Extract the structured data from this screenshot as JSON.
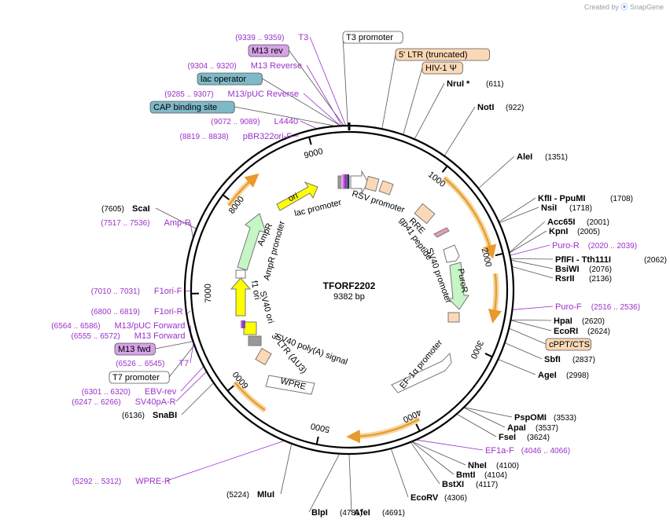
{
  "credit": {
    "created_by": "Created by",
    "brand": "SnapGene"
  },
  "plasmid": {
    "name": "TFORF2202",
    "length_label": "9382 bp",
    "length": 9382
  },
  "ticks": [
    {
      "label": "1000",
      "bp": 1000
    },
    {
      "label": "2000",
      "bp": 2000
    },
    {
      "label": "3000",
      "bp": 3000
    },
    {
      "label": "4000",
      "bp": 4000
    },
    {
      "label": "5000",
      "bp": 5000
    },
    {
      "label": "6000",
      "bp": 6000
    },
    {
      "label": "7000",
      "bp": 7000
    },
    {
      "label": "8000",
      "bp": 8000
    },
    {
      "label": "9000",
      "bp": 9000
    }
  ],
  "left_labels": [
    {
      "range": "(9339 .. 9359)",
      "name": "T3",
      "type": "primer",
      "bp": 9349
    },
    {
      "name": "M13 rev",
      "type": "box-purple",
      "bp": 9330
    },
    {
      "range": "(9304 .. 9320)",
      "name": "M13 Reverse",
      "type": "primer",
      "bp": 9312
    },
    {
      "name": "lac operator",
      "type": "box-teal",
      "bp": 9296
    },
    {
      "range": "(9285 .. 9307)",
      "name": "M13/pUC Reverse",
      "type": "primer",
      "bp": 9296
    },
    {
      "name": "CAP binding site",
      "type": "box-teal",
      "bp": 9240
    },
    {
      "range": "(9072 .. 9089)",
      "name": "L4440",
      "type": "primer",
      "bp": 9080
    },
    {
      "range": "(8819 .. 8838)",
      "name": "pBR322ori-F",
      "type": "primer",
      "bp": 8828
    },
    {
      "pos": "(7605)",
      "name": "ScaI",
      "type": "enzyme",
      "bp": 7605
    },
    {
      "range": "(7517 .. 7536)",
      "name": "Amp-R",
      "type": "primer",
      "bp": 7526
    },
    {
      "range": "(7010 .. 7031)",
      "name": "F1ori-F",
      "type": "primer",
      "bp": 7020
    },
    {
      "range": "(6800 .. 6819)",
      "name": "F1ori-R",
      "type": "primer",
      "bp": 6810
    },
    {
      "range": "(6564 .. 6586)",
      "name": "M13/pUC Forward",
      "type": "primer",
      "bp": 6575
    },
    {
      "range": "(6555 .. 6572)",
      "name": "M13 Forward",
      "type": "primer",
      "bp": 6563
    },
    {
      "name": "M13 fwd",
      "type": "box-purple",
      "bp": 6560
    },
    {
      "range": "(6526 .. 6545)",
      "name": "T7",
      "type": "primer",
      "bp": 6535
    },
    {
      "name": "T7 promoter",
      "type": "box-white",
      "bp": 6520
    },
    {
      "range": "(6301 .. 6320)",
      "name": "EBV-rev",
      "type": "primer",
      "bp": 6310
    },
    {
      "range": "(6247 .. 6266)",
      "name": "SV40pA-R",
      "type": "primer",
      "bp": 6256
    },
    {
      "pos": "(6136)",
      "name": "SnaBI",
      "type": "enzyme",
      "bp": 6136
    },
    {
      "range": "(5292 .. 5312)",
      "name": "WPRE-R",
      "type": "primer",
      "bp": 5302
    },
    {
      "pos": "(5224)",
      "name": "MluI",
      "type": "enzyme",
      "bp": 5224
    }
  ],
  "right_labels": [
    {
      "name": "T3 promoter",
      "type": "box-white",
      "bp": 9370
    },
    {
      "name": "5' LTR (truncated)",
      "type": "box-peach",
      "bp": 300
    },
    {
      "name": "HIV-1 Ψ",
      "type": "box-peach",
      "bp": 500
    },
    {
      "name": "NruI *",
      "pos": "(611)",
      "type": "enzyme",
      "bp": 611
    },
    {
      "name": "NotI",
      "pos": "(922)",
      "type": "enzyme",
      "bp": 922
    },
    {
      "name": "AleI",
      "pos": "(1351)",
      "type": "enzyme",
      "bp": 1351
    },
    {
      "name": "KflI - PpuMI",
      "pos": "(1708)",
      "type": "enzyme",
      "bp": 1708
    },
    {
      "name": "NsiI",
      "pos": "(1718)",
      "type": "enzyme",
      "bp": 1718
    },
    {
      "name": "Acc65I",
      "pos": "(2001)",
      "type": "enzyme",
      "bp": 2001
    },
    {
      "name": "KpnI",
      "pos": "(2005)",
      "type": "enzyme",
      "bp": 2005
    },
    {
      "name": "Puro-R",
      "range": "(2020 .. 2039)",
      "type": "primer",
      "bp": 2030
    },
    {
      "name": "PflFI - Tth111I",
      "pos": "(2062)",
      "type": "enzyme",
      "bp": 2062
    },
    {
      "name": "BsiWI",
      "pos": "(2076)",
      "type": "enzyme",
      "bp": 2076
    },
    {
      "name": "RsrII",
      "pos": "(2136)",
      "type": "enzyme",
      "bp": 2136
    },
    {
      "name": "Puro-F",
      "range": "(2516 .. 2536)",
      "type": "primer",
      "bp": 2526
    },
    {
      "name": "HpaI",
      "pos": "(2620)",
      "type": "enzyme",
      "bp": 2620
    },
    {
      "name": "EcoRI",
      "pos": "(2624)",
      "type": "enzyme",
      "bp": 2624
    },
    {
      "name": "cPPT/CTS",
      "type": "box-peach",
      "bp": 2700
    },
    {
      "name": "SbfI",
      "pos": "(2837)",
      "type": "enzyme",
      "bp": 2837
    },
    {
      "name": "AgeI",
      "pos": "(2998)",
      "type": "enzyme",
      "bp": 2998
    },
    {
      "name": "PspOMI",
      "pos": "(3533)",
      "type": "enzyme",
      "bp": 3533
    },
    {
      "name": "ApaI",
      "pos": "(3537)",
      "type": "enzyme",
      "bp": 3537
    },
    {
      "name": "FseI",
      "pos": "(3624)",
      "type": "enzyme",
      "bp": 3624
    },
    {
      "name": "EF1a-F",
      "range": "(4046 .. 4066)",
      "type": "primer",
      "bp": 4056
    },
    {
      "name": "NheI",
      "pos": "(4100)",
      "type": "enzyme",
      "bp": 4100
    },
    {
      "name": "BmtI",
      "pos": "(4104)",
      "type": "enzyme",
      "bp": 4104
    },
    {
      "name": "BstXI",
      "pos": "(4117)",
      "type": "enzyme",
      "bp": 4117
    },
    {
      "name": "EcoRV",
      "pos": "(4306)",
      "type": "enzyme",
      "bp": 4306
    },
    {
      "name": "AfeI",
      "pos": "(4691)",
      "type": "enzyme",
      "bp": 4691
    },
    {
      "name": "BlpI",
      "pos": "(4781)",
      "type": "enzyme",
      "bp": 4781
    }
  ],
  "inner_features": [
    {
      "name": "ori",
      "color": "#ffff00"
    },
    {
      "name": "lac promoter",
      "color": "#ffffff"
    },
    {
      "name": "RSV promoter",
      "color": "#ffffff"
    },
    {
      "name": "RRE",
      "color": "#fcd9b6"
    },
    {
      "name": "gp41 peptide",
      "color": "#e8a0b0"
    },
    {
      "name": "SV40 promoter",
      "color": "#ffffff"
    },
    {
      "name": "PuroR",
      "color": "#c6f5c6"
    },
    {
      "name": "EF-1α promoter",
      "color": "#ffffff"
    },
    {
      "name": "WPRE",
      "color": "#ffffff"
    },
    {
      "name": "3' LTR (ΔU3)",
      "color": "#fcd9b6"
    },
    {
      "name": "SV40 poly(A) signal",
      "color": "#ffffff"
    },
    {
      "name": "SV40 ori",
      "color": "#ffffff"
    },
    {
      "name": "f1 ori",
      "color": "#ffff00"
    },
    {
      "name": "AmpR",
      "color": "#c6f5c6"
    },
    {
      "name": "AmpR promoter",
      "color": "#ffffff"
    }
  ],
  "colors": {
    "primer": "#9a31c9",
    "enzyme_line": "#555555",
    "orf_arc": "#e89a2e",
    "orf_glow": "#f5d59a",
    "teal_box": "#7fb9c8",
    "purple_box": "#d7a2e8",
    "peach_box": "#fcd9b6"
  }
}
